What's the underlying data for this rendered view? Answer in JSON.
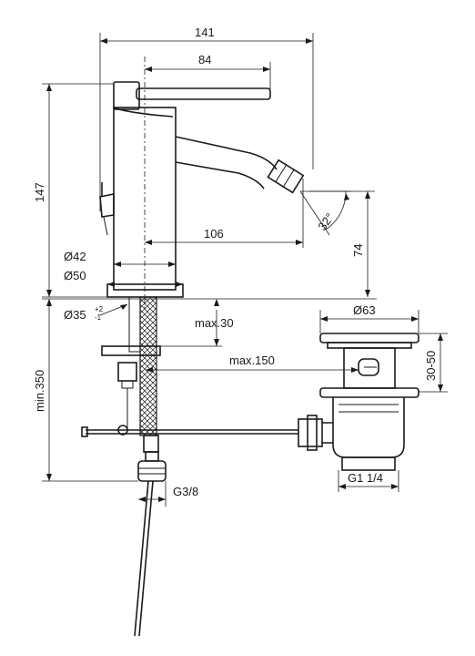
{
  "dimensions": {
    "overall_width": "141",
    "lever_width": "84",
    "height": "147",
    "spout_reach": "106",
    "spout_angle": "32°",
    "outlet_height": "74",
    "body_diameter": "Ø42",
    "base_diameter": "Ø50",
    "hole_diameter": "Ø35",
    "hole_tol_plus": "+2",
    "hole_tol_minus": "-1",
    "deck_thickness": "max.30",
    "hose_length": "max.150",
    "min_clearance": "min.350",
    "waste_diameter": "Ø63",
    "waste_range": "30-50",
    "connection_thread": "G3/8",
    "waste_thread": "G1 1/4"
  }
}
